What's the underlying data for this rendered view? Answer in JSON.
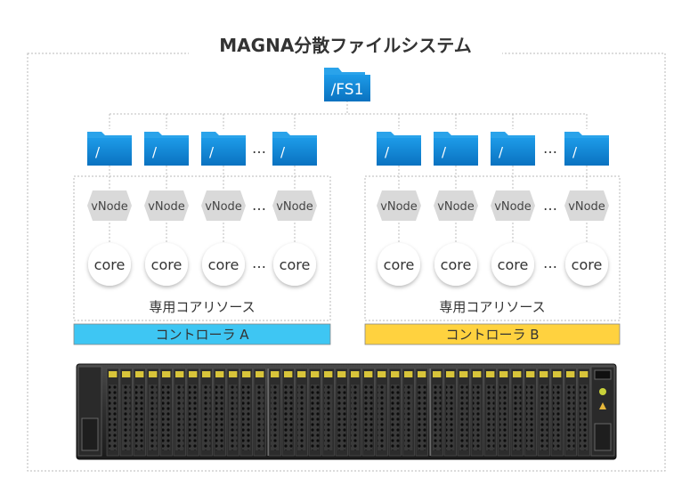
{
  "title": "MAGNA分散ファイルシステム",
  "root_folder": {
    "label": "/FS1"
  },
  "controller_a": {
    "folders": [
      "/",
      "/",
      "/",
      "/"
    ],
    "vnodes": [
      "vNode",
      "vNode",
      "vNode",
      "vNode"
    ],
    "cores": [
      "core",
      "core",
      "core",
      "core"
    ],
    "resource_label": "専用コアリソース",
    "name": "コントローラ A",
    "color": "#3ec6f3"
  },
  "controller_b": {
    "folders": [
      "/",
      "/",
      "/",
      "/"
    ],
    "vnodes": [
      "vNode",
      "vNode",
      "vNode",
      "vNode"
    ],
    "cores": [
      "core",
      "core",
      "core",
      "core"
    ],
    "resource_label": "専用コアリソース",
    "name": "コントローラ B",
    "color": "#ffd23f"
  },
  "ellipsis": "…",
  "colors": {
    "folder_blue": "#0f86d6",
    "folder_tab": "#2aa3ea",
    "vnode_fill": "#d9d9d9",
    "border_dotted": "#b8b8b8"
  },
  "icons": [
    "folder-icon",
    "vnode-hexagon-icon",
    "core-circle-icon",
    "storage-server-icon"
  ]
}
